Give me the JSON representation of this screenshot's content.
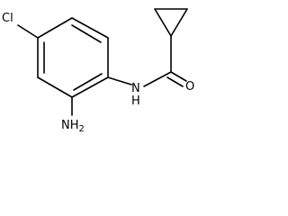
{
  "atoms": {
    "chlorine": "Cl",
    "amine_n": "NH",
    "amine_h_count": "2",
    "amide_n": "N",
    "amide_h": "H",
    "oxygen": "O"
  },
  "colors": {
    "bond": "#000000",
    "label": "#000000",
    "background": "#ffffff"
  }
}
